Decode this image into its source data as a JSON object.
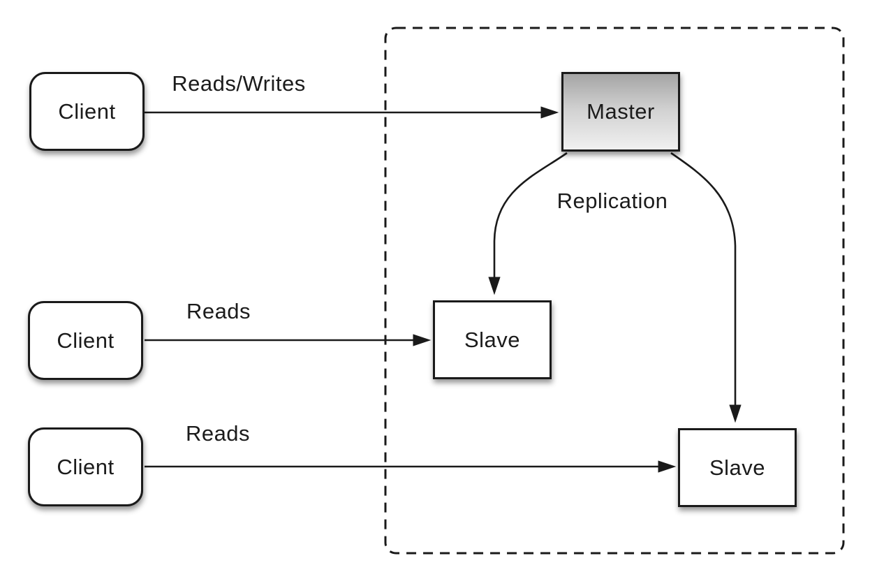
{
  "nodes": {
    "client_top": {
      "label": "Client"
    },
    "client_middle": {
      "label": "Client"
    },
    "client_bottom": {
      "label": "Client"
    },
    "master": {
      "label": "Master"
    },
    "slave_1": {
      "label": "Slave"
    },
    "slave_2": {
      "label": "Slave"
    }
  },
  "edges": {
    "reads_writes": {
      "label": "Reads/Writes",
      "from": "client_top",
      "to": "master"
    },
    "reads_middle": {
      "label": "Reads",
      "from": "client_middle",
      "to": "slave_1"
    },
    "reads_bottom": {
      "label": "Reads",
      "from": "client_bottom",
      "to": "slave_2"
    },
    "replication": {
      "label": "Replication",
      "from": "master",
      "to": "slave_1 / slave_2"
    }
  },
  "colors": {
    "background": "#ffffff",
    "line": "#1a1a1a",
    "box_border": "#1a1a1a",
    "box_fill": "#ffffff",
    "text": "#1b1b1b",
    "master_gradient_top": "#a5a5a5",
    "master_gradient_mid": "#d2d2d2",
    "master_gradient_bottom": "#f0f0f0"
  }
}
